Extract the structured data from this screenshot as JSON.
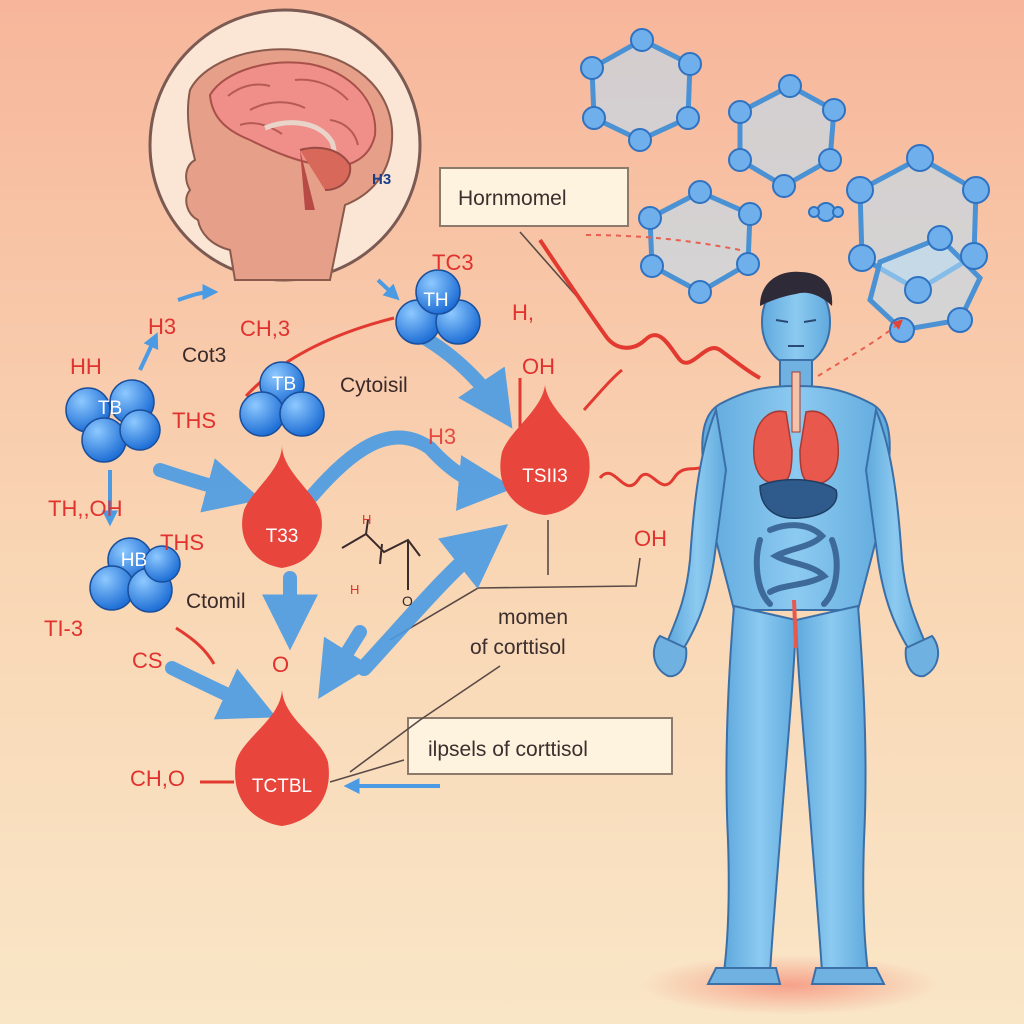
{
  "colors": {
    "background_top": "#f7b69b",
    "background_bottom": "#f9e6c7",
    "accent_red": "#e8463d",
    "accent_blue": "#3f8fe0",
    "body_blue": "#6fb7e6",
    "label_red": "#e0322e",
    "label_dark": "#3a2a2a"
  },
  "brain": {
    "label": "H3"
  },
  "callouts": {
    "hormone": "Hornmomel",
    "moment_line1": "momen",
    "moment_line2": "of corttisol",
    "levels": "ilpsels of corttisol"
  },
  "molecules": {
    "a": "TB",
    "b": "TH",
    "c": "TB",
    "d": "HB"
  },
  "nodes": {
    "a": "T33",
    "b": "TSII3",
    "c": "TCTBL"
  },
  "labels": {
    "tc3": "TC3",
    "h3_top": "H3",
    "ch3": "CH,3",
    "cot3": "Cot3",
    "hh": "HH",
    "ths_1": "THS",
    "cytoisil": "Cytoisil",
    "h_oh": "H,",
    "oh_1": "OH",
    "h3_mid": "H3",
    "th_oh": "TH,,OH",
    "ths_2": "THS",
    "ctomil": "Ctomil",
    "ti3": "TI-3",
    "cs": "CS",
    "o_node": "O",
    "oh_2": "OH",
    "ch3o": "CH,O",
    "chem_h": "H",
    "chem_h2": "H",
    "chem_o": "O"
  }
}
